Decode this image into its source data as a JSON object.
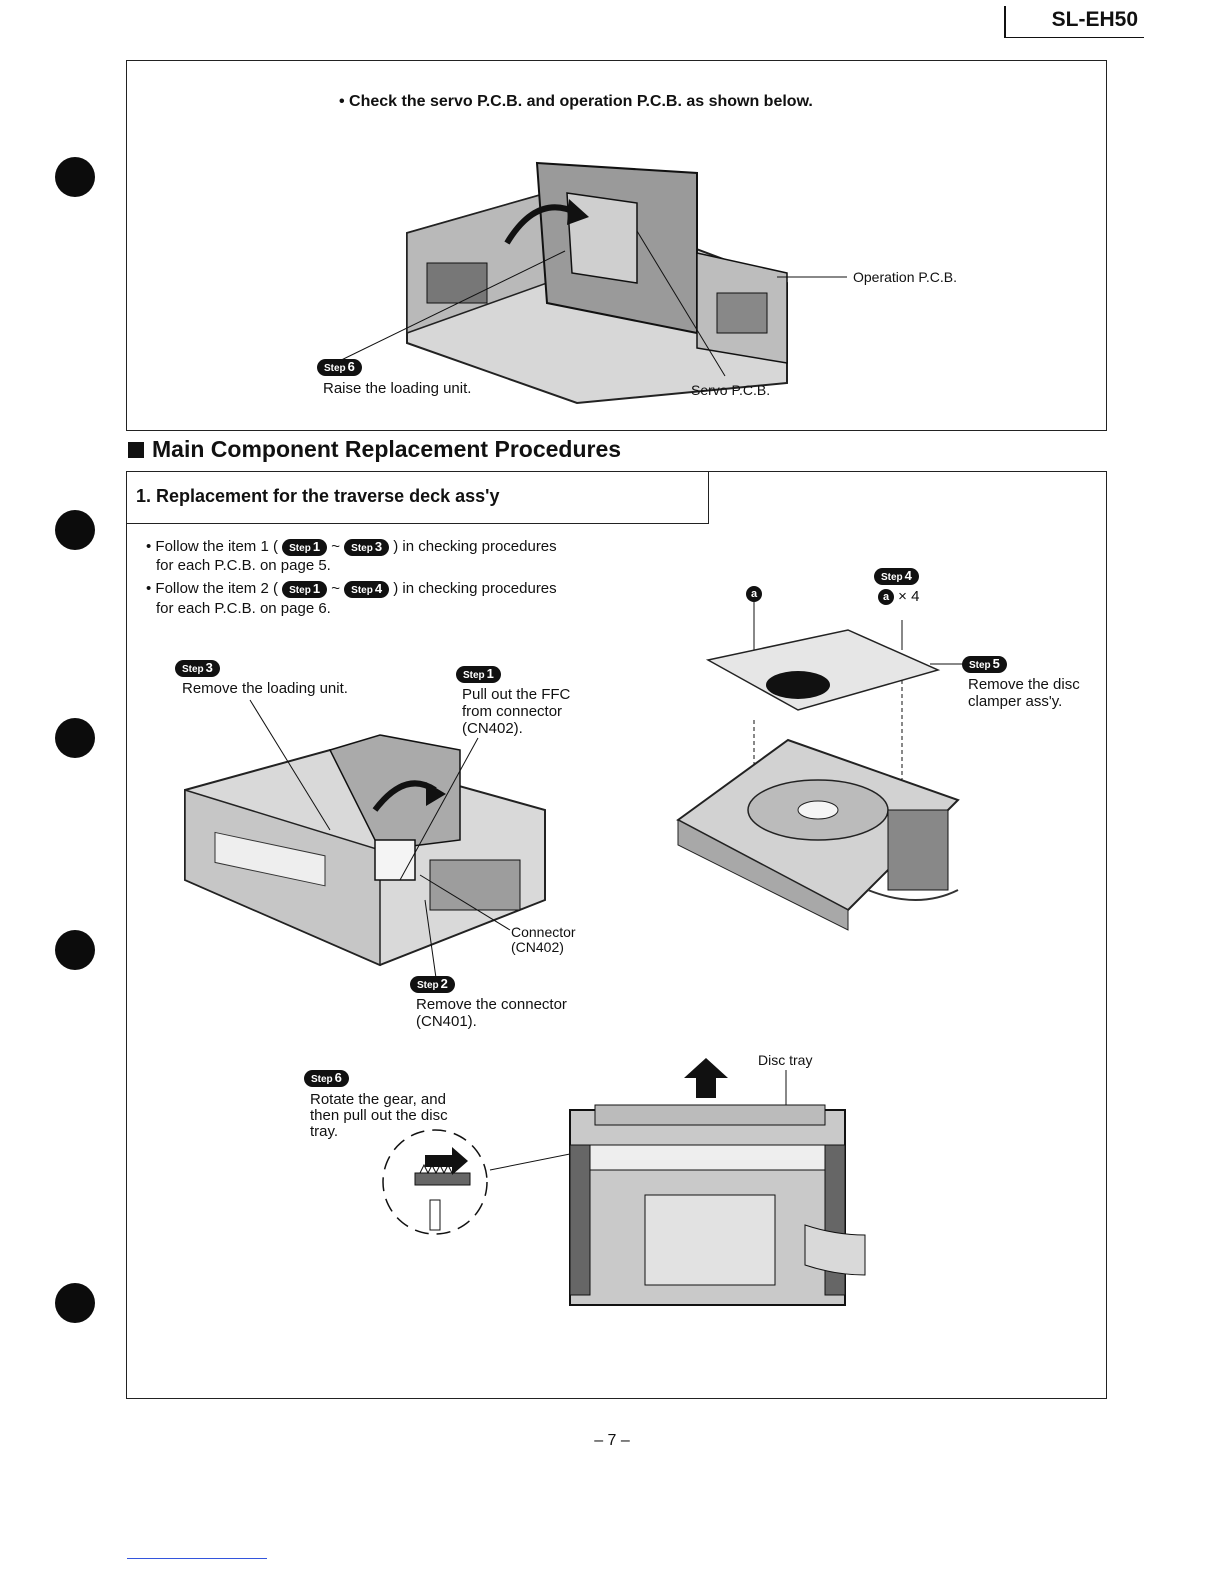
{
  "header": {
    "model": "SL-EH50"
  },
  "check_box": {
    "instruction": "• Check the servo P.C.B. and operation P.C.B. as shown below.",
    "label_operation": "Operation P.C.B.",
    "label_servo": "Servo P.C.B.",
    "step6": {
      "word": "Step",
      "num": "6",
      "text": "Raise the loading unit."
    }
  },
  "section": {
    "title": "Main Component Replacement Procedures",
    "subtitle": "1. Replacement for the traverse deck ass'y"
  },
  "bullets": [
    {
      "pre": "• Follow the item 1 (",
      "from": "1",
      "to": "3",
      "post": ") in checking procedures",
      "line2": "for each P.C.B. on page 5."
    },
    {
      "pre": "• Follow the item 2 (",
      "from": "1",
      "to": "4",
      "post": ") in checking procedures",
      "line2": "for each P.C.B. on page 6."
    }
  ],
  "steps": {
    "step_word": "Step",
    "tilde": "~",
    "s3": {
      "num": "3",
      "text": "Remove the loading unit."
    },
    "s1": {
      "num": "1",
      "l1": "Pull out the FFC",
      "l2": "from connector",
      "l3": "(CN402)."
    },
    "connector": {
      "l1": "Connector",
      "l2": "(CN402)"
    },
    "s2": {
      "num": "2",
      "l1": "Remove the connector",
      "l2": "(CN401)."
    },
    "s4": {
      "num": "4",
      "screw": "a",
      "count": "× 4"
    },
    "screw_a": "a",
    "s5": {
      "num": "5",
      "l1": "Remove the disc",
      "l2": "clamper ass'y."
    },
    "s6": {
      "num": "6",
      "l1": "Rotate the gear, and",
      "l2": "then pull out the disc",
      "l3": "tray."
    },
    "disc_tray": "Disc tray"
  },
  "page_number": "– 7 –"
}
